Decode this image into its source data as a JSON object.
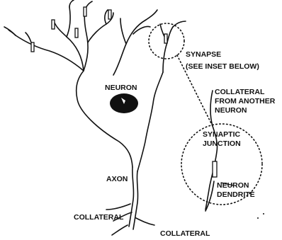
{
  "labels": {
    "neuron": "NEURON",
    "synapse_line1": "SYNAPSE",
    "synapse_line2": "(SEE INSET BELOW)",
    "collateral_other_line1": "COLLATERAL",
    "collateral_other_line2": "FROM ANOTHER",
    "collateral_other_line3": "NEURON",
    "synaptic_junction_line1": "SYNAPTIC",
    "synaptic_junction_line2": "JUNCTION",
    "axon": "AXON",
    "neuron_dendrite_line1": "NEURON",
    "neuron_dendrite_line2": "DENDRITE",
    "collateral_left": "COLLATERAL",
    "collateral_bottom": "COLLATERAL"
  }
}
